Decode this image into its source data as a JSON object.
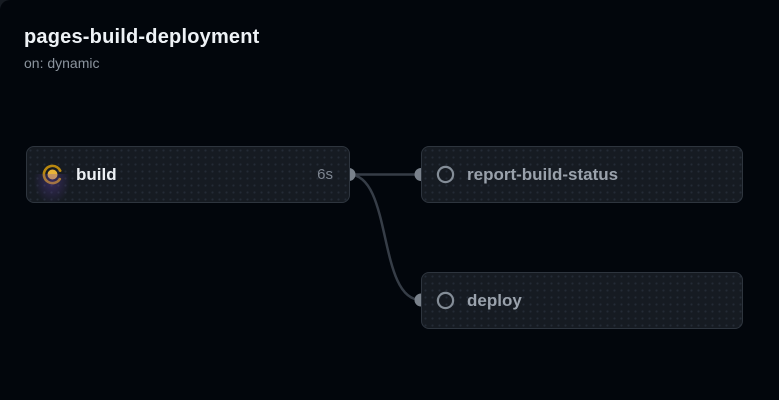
{
  "header": {
    "title": "pages-build-deployment",
    "trigger": "on: dynamic"
  },
  "graph": {
    "nodes": [
      {
        "id": "build",
        "label": "build",
        "status": "in-progress",
        "duration": "6s",
        "icon": "in-progress-spinner-icon"
      },
      {
        "id": "report-build-status",
        "label": "report-build-status",
        "status": "pending",
        "duration": "",
        "icon": "pending-circle-icon"
      },
      {
        "id": "deploy",
        "label": "deploy",
        "status": "pending",
        "duration": "",
        "icon": "pending-circle-icon"
      }
    ],
    "edges": [
      {
        "from": "build",
        "to": "report-build-status"
      },
      {
        "from": "build",
        "to": "deploy"
      }
    ]
  },
  "colors": {
    "canvas_bg": "#02060c",
    "page_bg": "#161b22",
    "card_bg": "#161b22",
    "card_border": "#2e353e",
    "edge_line": "#363d47",
    "port_dot": "#79818b",
    "in_progress_ring": "#b9880f",
    "in_progress_dot": "#e8b339",
    "pending_icon": "#848d97",
    "title_text": "#eef2f6",
    "muted_text": "#8b949e",
    "current_label_text": "#ecf0f4",
    "pending_label_text": "#9aa2ac"
  }
}
